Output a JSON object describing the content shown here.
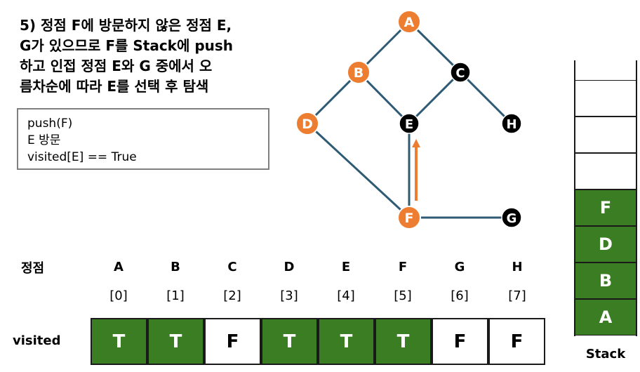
{
  "title_lines": [
    "5) 정점 F에 방문하지 않은 정점 E,",
    "G가 있으므로 F를 Stack에 push",
    "하고 인접 정점 E와 G 중에서 오",
    "름차순에 따라 E를 선택 후 탐색"
  ],
  "code_lines": [
    "push(F)",
    "E 방문",
    "visited[E]  == True"
  ],
  "colors": {
    "visited_node": "#ed7d31",
    "unvisited_node": "#000000",
    "edge": "#2e5a73",
    "arrow": "#ed7d31",
    "visited_cell": "#3b7d23"
  },
  "graph": {
    "nodes": [
      {
        "id": "A",
        "visited": true
      },
      {
        "id": "B",
        "visited": true
      },
      {
        "id": "C",
        "visited": false
      },
      {
        "id": "D",
        "visited": true
      },
      {
        "id": "E",
        "visited": false
      },
      {
        "id": "H",
        "visited": false
      },
      {
        "id": "F",
        "visited": true
      },
      {
        "id": "G",
        "visited": false
      }
    ],
    "edges": [
      [
        "A",
        "B"
      ],
      [
        "A",
        "C"
      ],
      [
        "B",
        "D"
      ],
      [
        "B",
        "E"
      ],
      [
        "C",
        "E"
      ],
      [
        "C",
        "H"
      ],
      [
        "D",
        "F"
      ],
      [
        "E",
        "F"
      ],
      [
        "F",
        "G"
      ]
    ],
    "traversal_arrow": {
      "from": "F",
      "to": "E"
    }
  },
  "vertex_row_label": "정점",
  "vertices": [
    "A",
    "B",
    "C",
    "D",
    "E",
    "F",
    "G",
    "H"
  ],
  "indices": [
    "[0]",
    "[1]",
    "[2]",
    "[3]",
    "[4]",
    "[5]",
    "[6]",
    "[7]"
  ],
  "visited_row_label": "visited",
  "visited": [
    "T",
    "T",
    "F",
    "T",
    "T",
    "T",
    "F",
    "F"
  ],
  "stack": {
    "label": "Stack",
    "items_bottom_to_top": [
      "A",
      "B",
      "D",
      "F"
    ],
    "capacity": 7
  }
}
